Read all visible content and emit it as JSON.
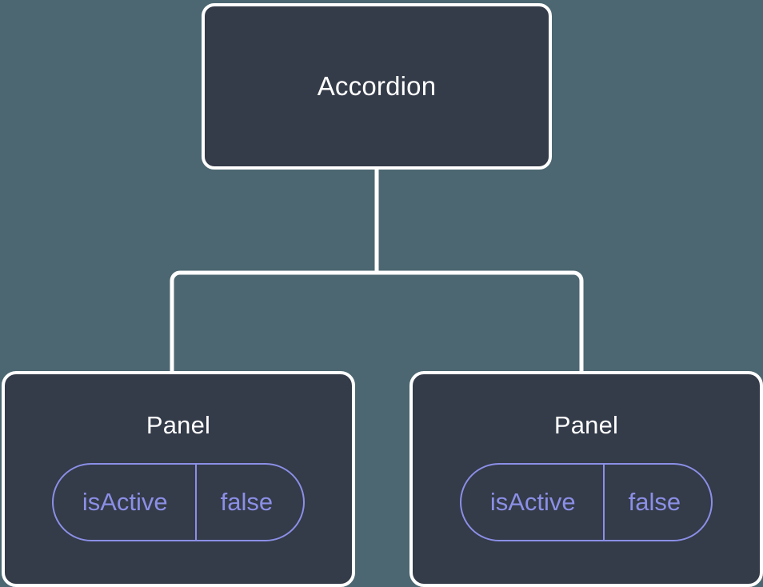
{
  "canvas": {
    "background_color": "#4c6771",
    "node_fill_color": "#343b49",
    "node_border_color": "#ffffff",
    "connector_color": "#ffffff",
    "badge_color": "#8b8fe6",
    "title_color": "#ffffff"
  },
  "tree": {
    "root": {
      "title": "Accordion"
    },
    "children": [
      {
        "title": "Panel",
        "badge": {
          "key": "isActive",
          "value": "false"
        }
      },
      {
        "title": "Panel",
        "badge": {
          "key": "isActive",
          "value": "false"
        }
      }
    ]
  }
}
